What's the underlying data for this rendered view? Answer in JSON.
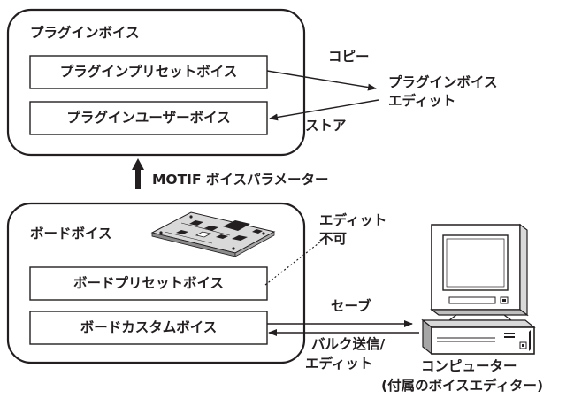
{
  "plugin_group": {
    "title": "プラグインボイス",
    "preset_voice": "プラグインプリセットボイス",
    "user_voice": "プラグインユーザーボイス"
  },
  "plugin_editor": {
    "line1": "プラグインボイス",
    "line2": "エディット"
  },
  "arrows": {
    "copy": "コピー",
    "store": "ストア",
    "motif_param": "MOTIF ボイスパラメーター",
    "save": "セーブ",
    "bulk_line1": "バルク送信/",
    "bulk_line2": "エディット"
  },
  "board_group": {
    "title": "ボードボイス",
    "preset_voice": "ボードプリセットボイス",
    "custom_voice": "ボードカスタムボイス"
  },
  "edit_not_possible": {
    "line1": "エディット",
    "line2": "不可"
  },
  "computer": {
    "line1": "コンピューター",
    "line2": "(付属のボイスエディター)"
  },
  "colors": {
    "ink": "#231f20",
    "board_fill": "#d9d9d9",
    "board_chip": "#231f20",
    "background": "#ffffff"
  }
}
